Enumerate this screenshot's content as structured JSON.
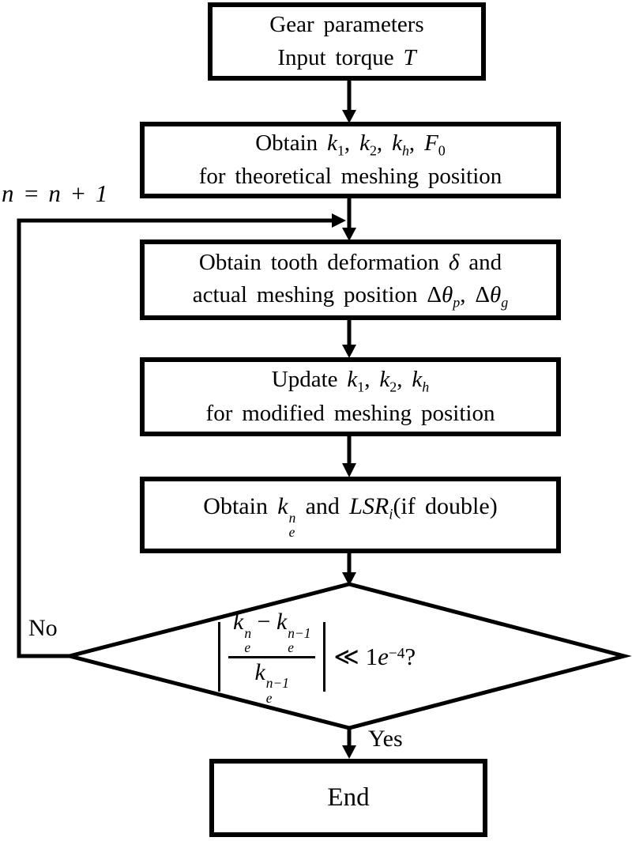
{
  "boxes": {
    "start": {
      "line1": "Gear parameters",
      "line2_text": "Input torque",
      "line2_var": "T"
    },
    "theoretical": {
      "prefix": "Obtain",
      "k1": {
        "base": "k",
        "sub": "1"
      },
      "k2": {
        "base": "k",
        "sub": "2"
      },
      "kh": {
        "base": "k",
        "sub": "h"
      },
      "F0": {
        "base": "F",
        "sub": "0"
      },
      "sep": ",",
      "line2": "for theoretical meshing position"
    },
    "deformation": {
      "line1_prefix": "Obtain tooth deformation",
      "delta": "δ",
      "line1_suffix": "and",
      "line2_prefix": "actual meshing position",
      "dtp": {
        "delta": "Δ",
        "theta": "θ",
        "sub": "p"
      },
      "dtg": {
        "delta": "Δ",
        "theta": "θ",
        "sub": "g"
      },
      "sep": ","
    },
    "update": {
      "prefix": "Update",
      "k1": {
        "base": "k",
        "sub": "1"
      },
      "k2": {
        "base": "k",
        "sub": "2"
      },
      "kh": {
        "base": "k",
        "sub": "h"
      },
      "sep": ",",
      "line2": "for modified meshing position"
    },
    "obtain_ke": {
      "prefix": "Obtain",
      "ke": {
        "base": "k",
        "sup": "n",
        "sub": "e"
      },
      "mid": "and",
      "lsr": {
        "base": "LSR",
        "sub": "i"
      },
      "suffix": "(if double)"
    },
    "end": {
      "label": "End"
    }
  },
  "decision": {
    "num_a": {
      "base": "k",
      "sup": "n",
      "sub": "e"
    },
    "minus": "−",
    "num_b": {
      "base": "k",
      "sup": "n−1",
      "sub": "e"
    },
    "den": {
      "base": "k",
      "sup": "n−1",
      "sub": "e"
    },
    "cmp": "≪",
    "rhs_coeff": "1",
    "rhs_e": "e",
    "rhs_exp": "−4",
    "question": "?"
  },
  "edges": {
    "no": "No",
    "yes": "Yes",
    "loop": "n = n + 1"
  },
  "colors": {
    "line": "#000000",
    "background": "#ffffff"
  }
}
